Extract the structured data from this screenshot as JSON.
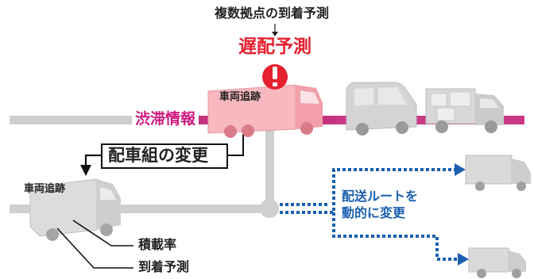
{
  "labels": {
    "multi_hub_eta": "複数拠点の到着予測",
    "delay_prediction": "遅配予測",
    "traffic_info": "渋滞情報",
    "vehicle_tracking_top": "車両追跡",
    "dispatch_change": "配車組の変更",
    "vehicle_tracking_left": "車両追跡",
    "dynamic_route_change_line1": "配送ルートを",
    "dynamic_route_change_line2": "動的に変更",
    "load_factor": "積載率",
    "arrival_prediction": "到着予測"
  },
  "colors": {
    "alert_red": "#e5212f",
    "traffic_magenta": "#d0187e",
    "route_blue": "#1a5fb0",
    "road_gray": "#cccccc",
    "truck_pink": "#f7b8bf"
  },
  "icons": {
    "alert": "exclamation-in-red-circle",
    "down_arrow": "small-down-arrow"
  }
}
